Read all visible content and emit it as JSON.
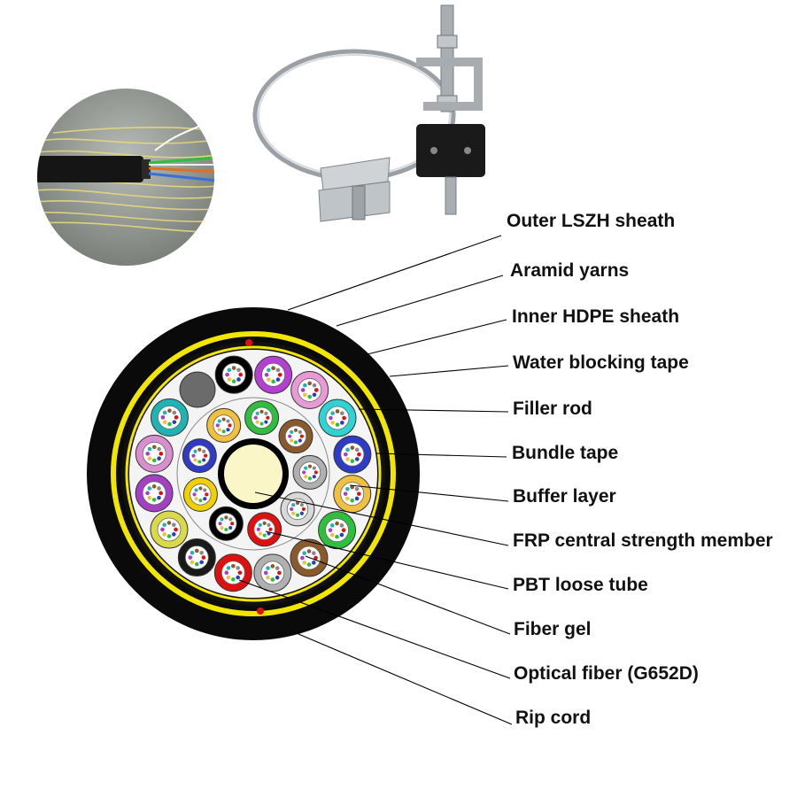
{
  "diagram": {
    "labels": [
      "Outer LSZH sheath",
      "Aramid yarns",
      "Inner HDPE sheath",
      "Water blocking tape",
      "Filler rod",
      "Bundle tape",
      "Buffer layer",
      "FRP central strength member",
      "PBT loose tube",
      "Fiber gel",
      "Optical fiber (G652D)",
      "Rip cord"
    ],
    "colors": {
      "outer_sheath": "#0a0a0a",
      "aramid_yarn": "#f2e600",
      "rip_cord": "#e01010",
      "filler_rod": "#6b6b6b",
      "frp_member": "#fbf6c8",
      "outer_ring_tubes": [
        "#b43fd1",
        "#e89ad6",
        "#2fd3d3",
        "#2e3bc4",
        "#f0c040",
        "#2fbf3f",
        "#8a5a2a",
        "#b0b0b0",
        "#e01010",
        "#1a1a1a",
        "#d9d94a",
        "#a53fc4",
        "#d88fd0",
        "#1fb3b3",
        "#000000"
      ],
      "inner_ring_tubes": [
        "#2fbf3f",
        "#8a5a2a",
        "#b0b0b0",
        "#d9d9d9",
        "#e01010",
        "#000000",
        "#f0d000",
        "#2e3bc4",
        "#f0c040"
      ]
    },
    "icons": [
      "cable-end-photo-icon",
      "suspension-clamp-photo-icon"
    ]
  }
}
